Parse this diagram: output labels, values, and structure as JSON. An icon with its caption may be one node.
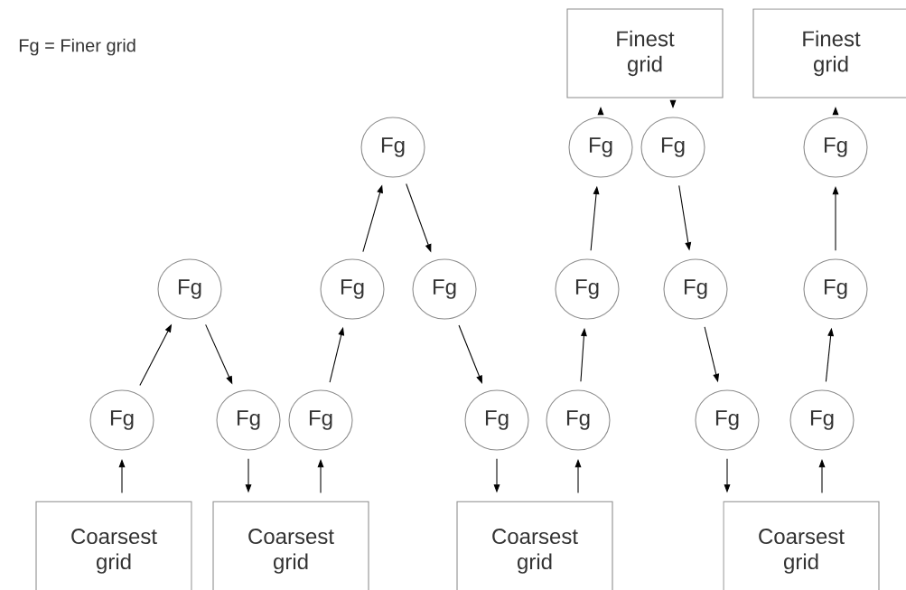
{
  "diagram": {
    "nodes": [
      {
        "text": [
          "Finest grid"
        ]
      },
      {
        "text": [
          "Finest grid"
        ]
      },
      {
        "text": [
          "Fg"
        ]
      },
      {
        "text": [
          "Fg"
        ]
      },
      {
        "text": [
          "Fg"
        ]
      },
      {
        "text": [
          "Fg"
        ]
      },
      {
        "text": [
          "Fg"
        ]
      },
      {
        "text": [
          "Fg"
        ]
      },
      {
        "text": [
          "Fg"
        ]
      },
      {
        "text": [
          "Fg"
        ]
      },
      {
        "text": [
          "Fg"
        ]
      },
      {
        "text": [
          "Fg"
        ]
      },
      {
        "text": [
          "Fg"
        ]
      },
      {
        "text": [
          "Fg"
        ]
      },
      {
        "text": [
          "Fg"
        ]
      },
      {
        "text": [
          "Fg"
        ]
      },
      {
        "text": [
          "Fg"
        ]
      },
      {
        "text": [
          "Fg"
        ]
      },
      {
        "text": [
          "Fg"
        ]
      },
      {
        "text": [
          "Coarsest grid"
        ]
      },
      {
        "text": [
          "Coarsest grid"
        ]
      },
      {
        "text": [
          "Coarsest grid"
        ]
      },
      {
        "text": [
          "Coarsest grid"
        ]
      }
    ],
    "edges": [
      {
        "from": 19,
        "to": 12,
        "arrow": "to"
      },
      {
        "from": 12,
        "to": 6,
        "arrow": "to"
      },
      {
        "from": 6,
        "to": 13,
        "arrow": "to"
      },
      {
        "from": 13,
        "to": 20,
        "arrow": "to"
      },
      {
        "from": 20,
        "to": 14,
        "arrow": "to"
      },
      {
        "from": 14,
        "to": 7,
        "arrow": "to"
      },
      {
        "from": 7,
        "to": 2,
        "arrow": "to"
      },
      {
        "from": 2,
        "to": 8,
        "arrow": "to"
      },
      {
        "from": 8,
        "to": 15,
        "arrow": "to"
      },
      {
        "from": 15,
        "to": 21,
        "arrow": "to"
      },
      {
        "from": 21,
        "to": 16,
        "arrow": "to"
      },
      {
        "from": 16,
        "to": 9,
        "arrow": "to"
      },
      {
        "from": 9,
        "to": 3,
        "arrow": "to"
      },
      {
        "from": 3,
        "to": 0,
        "arrow": "to"
      },
      {
        "from": 0,
        "to": 4,
        "arrow": "to"
      },
      {
        "from": 4,
        "to": 10,
        "arrow": "to"
      },
      {
        "from": 10,
        "to": 17,
        "arrow": "to"
      },
      {
        "from": 17,
        "to": 22,
        "arrow": "to"
      },
      {
        "from": 22,
        "to": 18,
        "arrow": "to"
      },
      {
        "from": 18,
        "to": 11,
        "arrow": "to"
      },
      {
        "from": 11,
        "to": 5,
        "arrow": "to"
      },
      {
        "from": 5,
        "to": 1,
        "arrow": "to"
      }
    ],
    "labels": [
      "Fg = Finer grid"
    ]
  }
}
